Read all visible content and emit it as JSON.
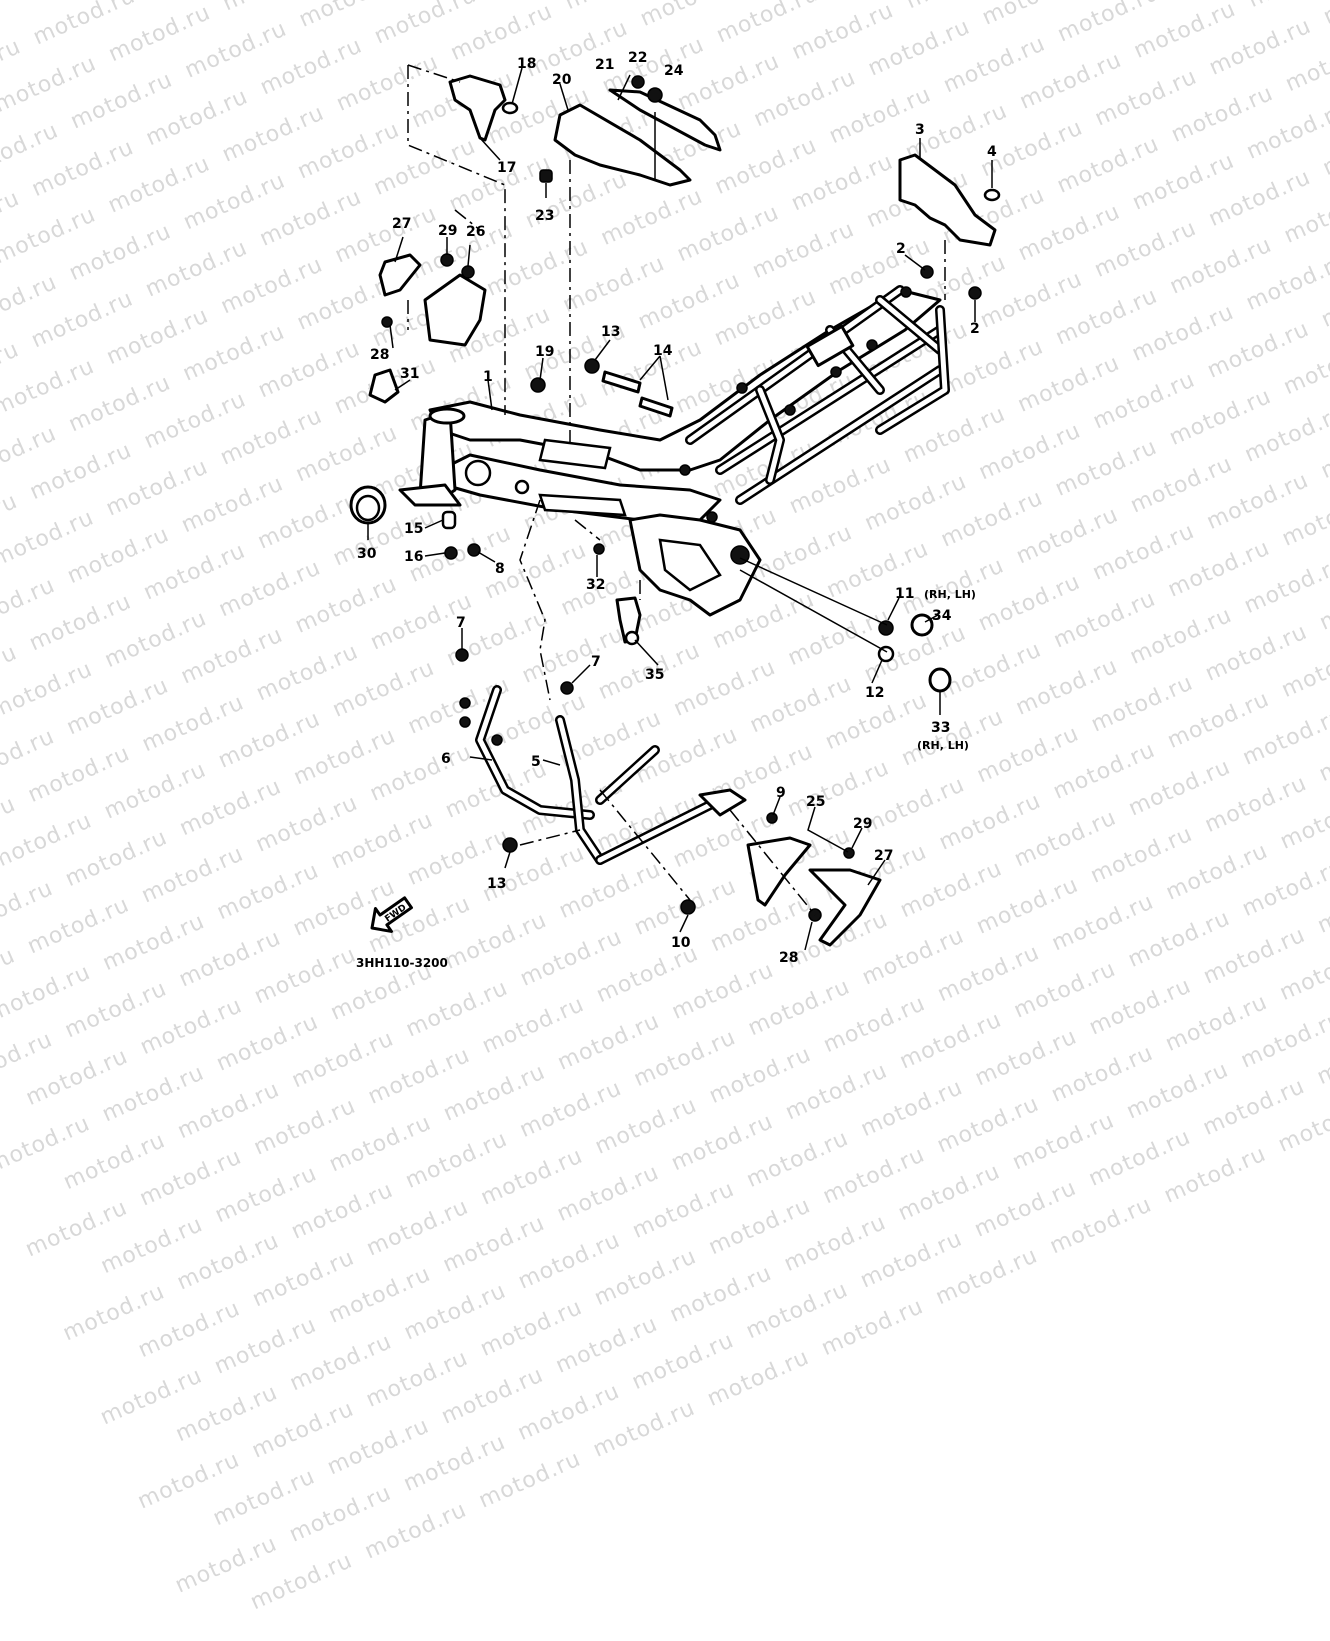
{
  "diagram": {
    "title_code": "3HH110-3200",
    "watermark_text": "motod.ru",
    "direction_badge": "FWD",
    "parts": [
      {
        "ref": "1"
      },
      {
        "ref": "2"
      },
      {
        "ref": "3"
      },
      {
        "ref": "4"
      },
      {
        "ref": "5"
      },
      {
        "ref": "6"
      },
      {
        "ref": "7"
      },
      {
        "ref": "8"
      },
      {
        "ref": "9"
      },
      {
        "ref": "10"
      },
      {
        "ref": "11",
        "note": "(RH, LH)"
      },
      {
        "ref": "12"
      },
      {
        "ref": "13"
      },
      {
        "ref": "14"
      },
      {
        "ref": "15"
      },
      {
        "ref": "16"
      },
      {
        "ref": "17"
      },
      {
        "ref": "18"
      },
      {
        "ref": "19"
      },
      {
        "ref": "20"
      },
      {
        "ref": "21"
      },
      {
        "ref": "22"
      },
      {
        "ref": "23"
      },
      {
        "ref": "24"
      },
      {
        "ref": "25"
      },
      {
        "ref": "26"
      },
      {
        "ref": "27"
      },
      {
        "ref": "28"
      },
      {
        "ref": "29"
      },
      {
        "ref": "30"
      },
      {
        "ref": "31"
      },
      {
        "ref": "32"
      },
      {
        "ref": "33",
        "note": "(RH, LH)"
      },
      {
        "ref": "34"
      },
      {
        "ref": "35"
      }
    ],
    "callouts": {
      "c1": "1",
      "c2a": "2",
      "c2b": "2",
      "c3": "3",
      "c4": "4",
      "c5": "5",
      "c6": "6",
      "c7a": "7",
      "c7b": "7",
      "c8": "8",
      "c9": "9",
      "c10": "10",
      "c11": "11",
      "c11_note": "(RH, LH)",
      "c12": "12",
      "c13a": "13",
      "c13b": "13",
      "c14": "14",
      "c15": "15",
      "c16": "16",
      "c17": "17",
      "c18": "18",
      "c19": "19",
      "c20": "20",
      "c21": "21",
      "c22": "22",
      "c23": "23",
      "c24": "24",
      "c25": "25",
      "c26": "26",
      "c27a": "27",
      "c27b": "27",
      "c28a": "28",
      "c28b": "28",
      "c29a": "29",
      "c29b": "29",
      "c30": "30",
      "c31": "31",
      "c32": "32",
      "c33": "33",
      "c33_note": "(RH, LH)",
      "c34": "34",
      "c35": "35"
    }
  }
}
